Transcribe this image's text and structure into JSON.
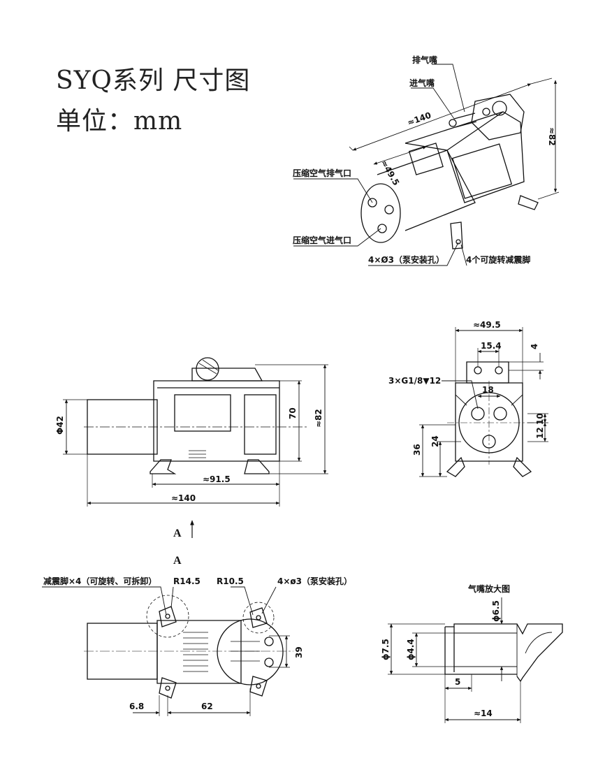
{
  "title": {
    "series": "SYQ系列 尺寸图",
    "unit": "单位：mm"
  },
  "iso_view": {
    "callouts": {
      "exhaust_nozzle": "排气嘴",
      "intake_nozzle": "进气嘴",
      "compressed_air_exhaust": "压缩空气排气口",
      "compressed_air_intake": "压缩空气进气口",
      "mount_holes": "4×Ø3（泵安装孔）",
      "feet": "4个可旋转减震脚"
    },
    "dims": {
      "length": "≈140",
      "motor_dia": "≈49.5",
      "height": "≈82"
    }
  },
  "side_view": {
    "dims": {
      "dia": "Φ42",
      "h70": "70",
      "h82": "≈82",
      "base": "≈91.5",
      "total": "≈140"
    },
    "view_marker": "A"
  },
  "end_view": {
    "dims": {
      "width": "≈49.5",
      "hole_span": "15.4",
      "top": "4",
      "thread": "3×G1/8▼12",
      "port_span": "18",
      "d10": "10",
      "d12": "12",
      "d24": "24",
      "d36": "36"
    }
  },
  "bottom_view": {
    "title": "A",
    "callouts": {
      "feet": "减震脚×4（可旋转、可拆卸）",
      "r_left": "R14.5",
      "r_right": "R10.5",
      "holes": "4×ø3（泵安装孔）"
    },
    "dims": {
      "left": "6.8",
      "span": "62",
      "height": "39"
    }
  },
  "nozzle_view": {
    "title": "气嘴放大图",
    "dims": {
      "d65": "ϕ6.5",
      "d75": "ϕ7.5",
      "d44": "ϕ4.4",
      "len5": "5",
      "len14": "≈14"
    }
  }
}
